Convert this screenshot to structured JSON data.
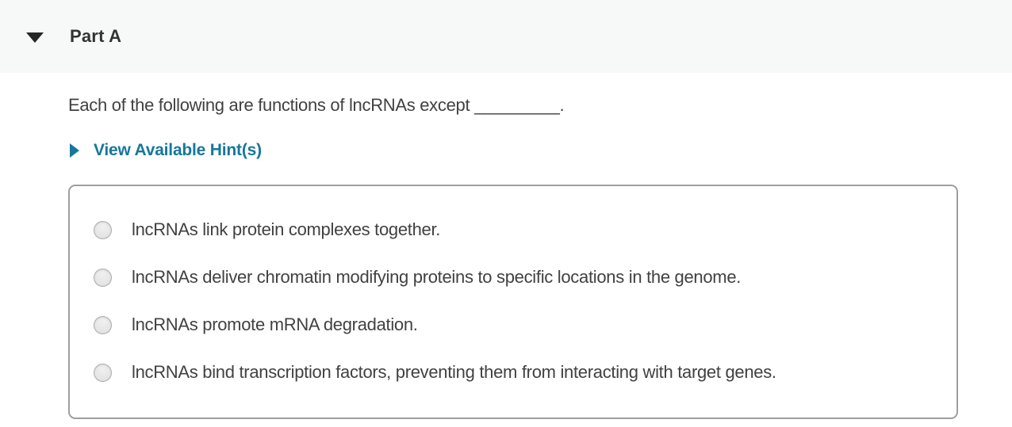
{
  "colors": {
    "header_bg": "#f7f8f8",
    "header_text": "#333333",
    "body_text": "#414141",
    "hint_link_teal": "#16779c",
    "box_border": "#9e9e9e",
    "radio_border": "#adadad",
    "radio_fill": "#e6e6e6"
  },
  "header": {
    "title": "Part A",
    "collapse_icon": "caret-down-icon",
    "expanded": true
  },
  "question": {
    "text": "Each of the following are functions of lncRNAs except _________."
  },
  "hints_link": {
    "icon": "caret-right-icon",
    "label": "View Available Hint(s)"
  },
  "answer_options": {
    "type": "radio",
    "selected_index": null,
    "items": [
      {
        "label": "lncRNAs link protein complexes together.",
        "selected": false
      },
      {
        "label": "lncRNAs deliver chromatin modifying proteins to specific locations in the genome.",
        "selected": false
      },
      {
        "label": "lncRNAs promote mRNA degradation.",
        "selected": false
      },
      {
        "label": "lncRNAs bind transcription factors, preventing them from interacting with target genes.",
        "selected": false
      }
    ]
  }
}
